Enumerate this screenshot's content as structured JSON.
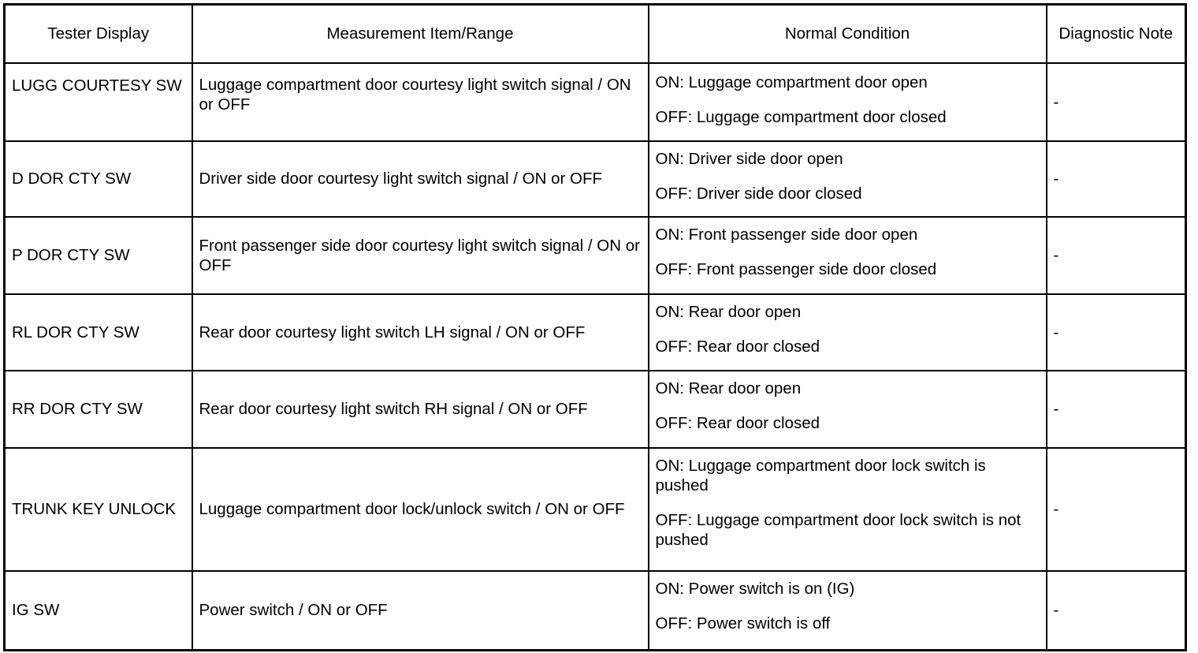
{
  "table": {
    "headers": [
      "Tester Display",
      "Measurement Item/Range",
      "Normal Condition",
      "Diagnostic Note"
    ],
    "rows": [
      {
        "tester_display": "LUGG COURTESY SW",
        "measurement_item": "Luggage compartment door courtesy light switch signal / ON or OFF",
        "condition_on": "ON: Luggage compartment door open",
        "condition_off": "OFF: Luggage compartment door closed",
        "diagnostic_note": "-"
      },
      {
        "tester_display": "D DOR CTY SW",
        "measurement_item": "Driver side door courtesy light switch signal / ON or OFF",
        "condition_on": "ON: Driver side door open",
        "condition_off": "OFF: Driver side door closed",
        "diagnostic_note": "-"
      },
      {
        "tester_display": "P DOR CTY SW",
        "measurement_item": "Front passenger side door courtesy light switch signal / ON or OFF",
        "condition_on": "ON: Front passenger side door open",
        "condition_off": "OFF: Front passenger side door closed",
        "diagnostic_note": "-"
      },
      {
        "tester_display": "RL DOR CTY SW",
        "measurement_item": "Rear door courtesy light switch LH signal / ON or OFF",
        "condition_on": "ON: Rear door open",
        "condition_off": "OFF: Rear door closed",
        "diagnostic_note": "-"
      },
      {
        "tester_display": "RR DOR CTY SW",
        "measurement_item": "Rear door courtesy light switch RH signal / ON or OFF",
        "condition_on": "ON: Rear door open",
        "condition_off": "OFF: Rear door closed",
        "diagnostic_note": "-"
      },
      {
        "tester_display": "TRUNK KEY UNLOCK",
        "measurement_item": "Luggage compartment door lock/unlock switch / ON or OFF",
        "condition_on": "ON: Luggage compartment door lock switch is pushed",
        "condition_off": "OFF: Luggage compartment door lock switch is not pushed",
        "diagnostic_note": "-"
      },
      {
        "tester_display": "IG SW",
        "measurement_item": "Power switch / ON or OFF",
        "condition_on": "ON: Power switch is on (IG)",
        "condition_off": "OFF: Power switch is off",
        "diagnostic_note": "-"
      }
    ]
  },
  "colors": {
    "border": "#000000",
    "background": "#ffffff",
    "text": "#000000"
  }
}
